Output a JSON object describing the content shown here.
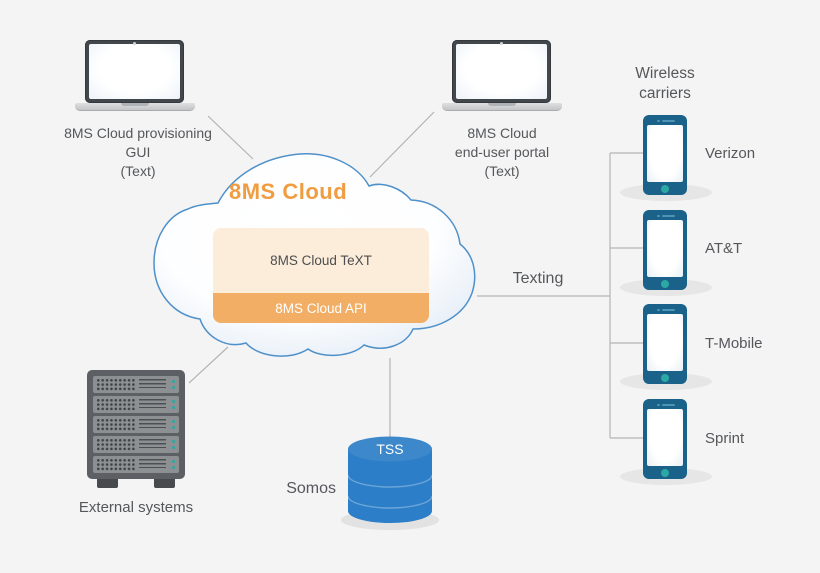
{
  "diagram": {
    "cloud": {
      "title": "8MS Cloud",
      "text_layer": "8MS Cloud TeXT",
      "api_layer": "8MS Cloud API"
    },
    "provisioning_gui": {
      "lines": [
        "8MS Cloud provisioning",
        "GUI",
        "(Text)"
      ]
    },
    "end_user_portal": {
      "lines": [
        "8MS Cloud",
        "end-user portal",
        "(Text)"
      ]
    },
    "wireless_carriers": {
      "heading_lines": [
        "Wireless",
        "carriers"
      ],
      "items": [
        {
          "name": "Verizon"
        },
        {
          "name": "AT&T"
        },
        {
          "name": "T-Mobile"
        },
        {
          "name": "Sprint"
        }
      ]
    },
    "texting_label": "Texting",
    "external_systems_label": "External systems",
    "database": {
      "label": "TSS",
      "owner_label": "Somos"
    },
    "colors": {
      "accent_orange": "#f09d41",
      "api_orange": "#f2ae64",
      "panel_peach": "#fcedda",
      "cloud_stroke": "#4f90c9",
      "phone_blue": "#1a6289",
      "database_blue": "#2b7ec7",
      "led_teal": "#2aa8a2",
      "label_gray": "#55575a",
      "line_gray": "#b2b4b6"
    }
  }
}
